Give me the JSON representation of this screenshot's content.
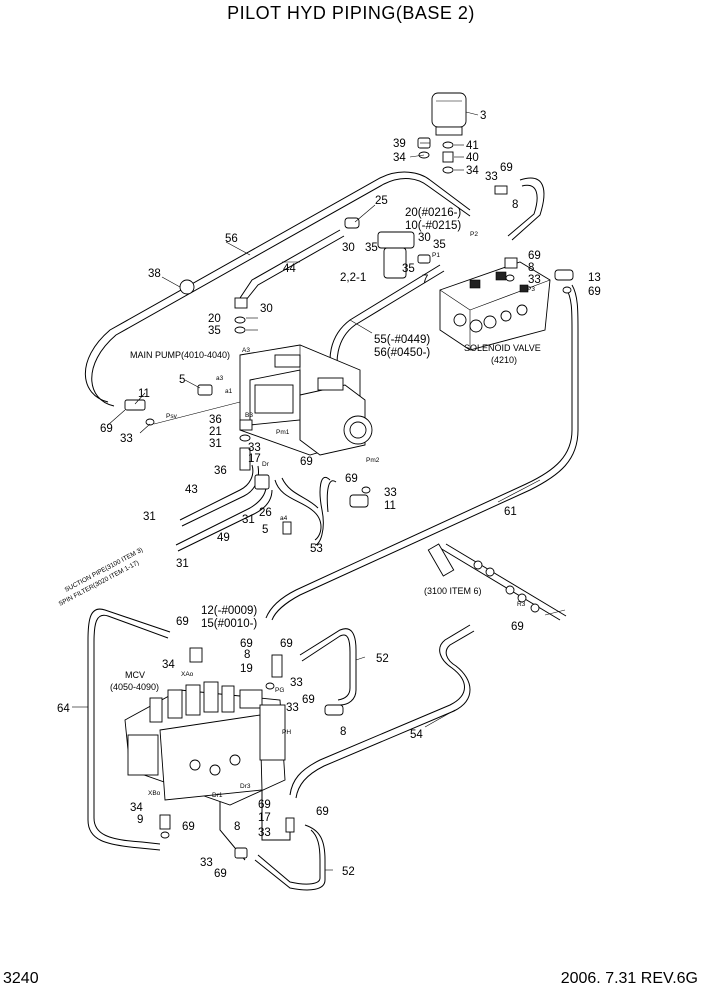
{
  "title": "PILOT HYD PIPING(BASE 2)",
  "page_number": "3240",
  "revision": "2006. 7.31 REV.6G",
  "labels": {
    "n3": "3",
    "n39": "39",
    "n41": "41",
    "n34a": "34",
    "n40": "40",
    "n34b": "34",
    "n69a": "69",
    "n33a": "33",
    "n8a": "8",
    "n25": "25",
    "n20a": "20(#0216-)",
    "n10": "10(-#0215)",
    "n30a": "30",
    "n35a": "35",
    "n56a": "56",
    "n30b": "30",
    "n35b": "35",
    "n35c": "35",
    "n2": "2,2-1",
    "n7": "7",
    "n44": "44",
    "n38": "38",
    "n69b": "69",
    "n8b": "8",
    "n33b": "33",
    "n13": "13",
    "n69c": "69",
    "n20b": "20",
    "n30c": "30",
    "n35d": "35",
    "n55": "55(-#0449)",
    "n56b": "56(#0450-)",
    "n5a": "5",
    "n11a": "11",
    "n69d": "69",
    "n33c": "33",
    "n36a": "36",
    "n21": "21",
    "n31a": "31",
    "n33d": "33",
    "n17a": "17",
    "n69e": "69",
    "n36b": "36",
    "n43": "43",
    "n31b": "31",
    "n26": "26",
    "n5b": "5",
    "n53": "53",
    "n69f": "69",
    "n33e": "33",
    "n11b": "11",
    "n61": "61",
    "n31c": "31",
    "n49": "49",
    "n31d": "31",
    "n12": "12(-#0009)",
    "n15": "15(#0010-)",
    "n69g": "69",
    "n69h": "69",
    "n8c": "8",
    "n69i": "69",
    "n34c": "34",
    "n19": "19",
    "n52a": "52",
    "n33f": "33",
    "n69j": "69",
    "n33g": "33",
    "n8d": "8",
    "n64": "64",
    "n54": "54",
    "n34d": "34",
    "n9": "9",
    "n69k": "69",
    "n8e": "8",
    "n69l": "69",
    "n17b": "17",
    "n69m": "69",
    "n33h": "33",
    "n33i": "33",
    "n69n": "69",
    "n52b": "52",
    "n69o": "69"
  },
  "callouts": {
    "main_pump": "MAIN PUMP(4010-4040)",
    "solenoid_valve": "SOLENOID VALVE",
    "solenoid_valve_ref": "(4210)",
    "mcv": "MCV",
    "mcv_ref": "(4050-4090)",
    "item3100": "(3100 ITEM 6)",
    "suction_pipe": "SUCTION PIPE(3100 ITEM 3)",
    "spin_filter": "SPIN FILTER(3020 ITEM 1-17)"
  },
  "ports": {
    "a3": "a3",
    "a1": "a1",
    "psv": "Psv",
    "b3": "B3",
    "pm1": "Pm1",
    "dr": "Dr",
    "pm2": "Pm2",
    "a4": "a4",
    "a3b": "A3",
    "p2": "P2",
    "p1": "P1",
    "p3": "P3",
    "r3": "R3",
    "xao": "XAo",
    "pg": "PG",
    "ph": "PH",
    "dr3": "Dr3",
    "dr1": "Dr1",
    "xbo": "XBo"
  }
}
